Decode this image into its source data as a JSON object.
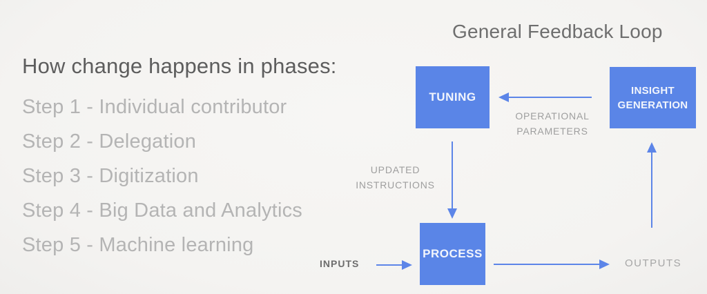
{
  "left_panel": {
    "heading": "How change happens in phases:",
    "steps": [
      "Step 1 - Individual contributor",
      "Step 2 - Delegation",
      "Step 3 - Digitization",
      "Step 4 - Big Data and Analytics",
      "Step 5 - Machine learning"
    ]
  },
  "diagram": {
    "title": "General Feedback Loop",
    "nodes": {
      "tuning": "TUNING",
      "insight_generation": "INSIGHT\nGENERATION",
      "process": "PROCESS"
    },
    "labels": {
      "operational_parameters": "OPERATIONAL\nPARAMETERS",
      "updated_instructions": "UPDATED\nINSTRUCTIONS",
      "inputs": "INPUTS",
      "outputs": "OUTPUTS"
    },
    "colors": {
      "node_fill": "#5a85e7",
      "node_text": "#f2f5fc",
      "arrow": "#5c85e8",
      "label_text": "#9e9e9e"
    }
  }
}
